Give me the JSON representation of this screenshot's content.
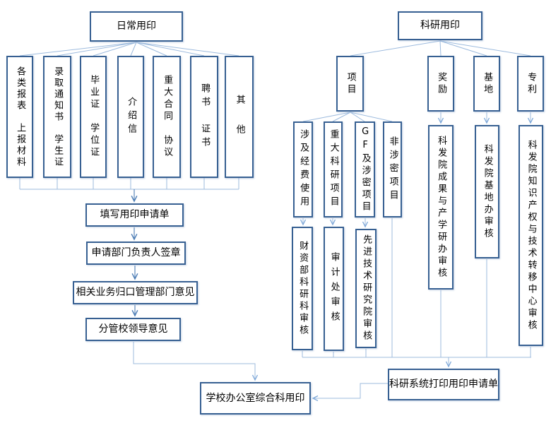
{
  "diagram": {
    "daily": {
      "root": "日常用印",
      "categories": [
        "各类报表　上报材料",
        "录取通知书　学生证",
        "毕业证　学位证",
        "介绍信",
        "重大合同　协议",
        "聘书　证书",
        "其　他"
      ],
      "steps": [
        "填写用印申请单",
        "申请部门负责人签章",
        "相关业务归口管理部门意见",
        "分管校领导意见"
      ],
      "final": "学校办公室综合科用印"
    },
    "research": {
      "root": "科研用印",
      "branches": [
        "项目",
        "奖励",
        "基地",
        "专利"
      ],
      "project_types": [
        "涉及经费使用",
        "重大科研项目",
        "GF及涉密项目",
        "非涉密项目"
      ],
      "reviews": [
        "财资部科研科审核",
        "审计处审核",
        "先进技术研究院审核",
        "科发院成果与产学研办审核",
        "科发院基地办审核",
        "科发院知识产权与技术转移中心审核"
      ],
      "apply": "科研系统打印用印申请单"
    },
    "colors": {
      "box_border": "#376092",
      "connector_light": "#9DBBDE",
      "connector_dark": "#4E7EB5"
    }
  }
}
